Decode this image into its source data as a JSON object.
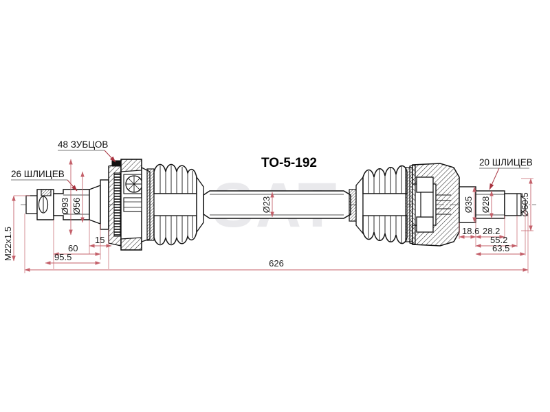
{
  "drawing": {
    "title": "TO-5-192",
    "watermark": "SAT",
    "background_color": "#ffffff",
    "line_color": "#111111",
    "dimension_color": "#c4606a",
    "hatch_color": "#2b2b2b"
  },
  "notes": [
    {
      "id": "note-outer-abs-teeth",
      "label": "48 ЗУБЦОВ"
    },
    {
      "id": "note-outer-splines",
      "label": "26 ШЛИЦЕВ"
    },
    {
      "id": "note-inner-splines",
      "label": "20 ШЛИЦЕВ"
    }
  ],
  "diameters": [
    {
      "id": "thread-spec",
      "label": "M22x1.5",
      "orientation": "vertical"
    },
    {
      "id": "dia-outer-flange",
      "label": "Ø93",
      "orientation": "vertical"
    },
    {
      "id": "dia-outer-spline",
      "label": "Ø56",
      "orientation": "vertical"
    },
    {
      "id": "dia-mid-shaft",
      "label": "Ø23",
      "orientation": "vertical"
    },
    {
      "id": "dia-inner-journal",
      "label": "Ø35",
      "orientation": "vertical"
    },
    {
      "id": "dia-inner-spline",
      "label": "Ø28",
      "orientation": "vertical"
    },
    {
      "id": "dia-inner-housing",
      "label": "Ø60.5",
      "orientation": "vertical"
    }
  ],
  "dimensions_left": [
    {
      "id": "dim-15",
      "label": "15"
    },
    {
      "id": "dim-60",
      "label": "60"
    },
    {
      "id": "dim-95-5",
      "label": "95.5"
    }
  ],
  "dimensions_right": [
    {
      "id": "dim-18-6",
      "label": "18.6"
    },
    {
      "id": "dim-28-2",
      "label": "28.2"
    },
    {
      "id": "dim-55-2",
      "label": "55.2"
    },
    {
      "id": "dim-63-5",
      "label": "63.5"
    }
  ],
  "dimension_overall": {
    "id": "dim-626",
    "label": "626"
  }
}
